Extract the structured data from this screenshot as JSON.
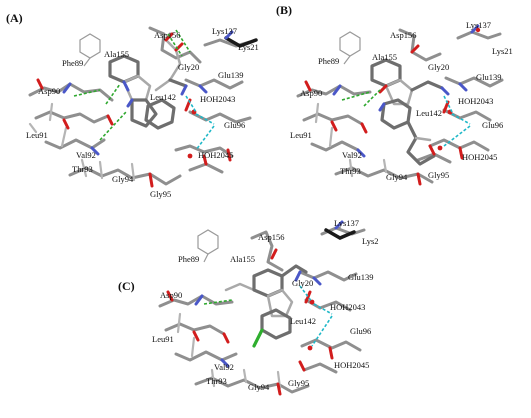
{
  "panels": [
    {
      "label": "(A)",
      "residues": [
        "Phe89",
        "Asp156",
        "Lys137",
        "Lys21",
        "Ala155",
        "Gly20",
        "Glu139",
        "Asp90",
        "HOH2043",
        "Leu142",
        "Leu91",
        "Glu96",
        "Val92",
        "HOH2045",
        "Thr93",
        "Gly94",
        "Gly95"
      ]
    },
    {
      "label": "(B)",
      "residues": [
        "Lys137",
        "Phe89",
        "Asp156",
        "Lys21",
        "Ala155",
        "Gly20",
        "Glu139",
        "Asp90",
        "HOH2043",
        "Leu142",
        "Leu91",
        "Glu96",
        "Val92",
        "HOH2045",
        "Thr93",
        "Gly94",
        "Gly95"
      ]
    },
    {
      "label": "(C)",
      "residues": [
        "Lys137",
        "Asp156",
        "Lys2",
        "Phe89",
        "Ala155",
        "Glu139",
        "Gly20",
        "Asp90",
        "HOH2043",
        "Leu142",
        "Glu96",
        "Leu91",
        "Val92",
        "HOH2045",
        "Thr93",
        "Gly94",
        "Gly95"
      ]
    }
  ],
  "colors": {
    "carbon": "#8f8f8f",
    "oxygen": "#d21d1d",
    "nitrogen": "#4a57c8",
    "chlorine": "#2fae2f",
    "hbond_ligand": "#2fa82f",
    "hbond_water": "#1fb8c8"
  }
}
